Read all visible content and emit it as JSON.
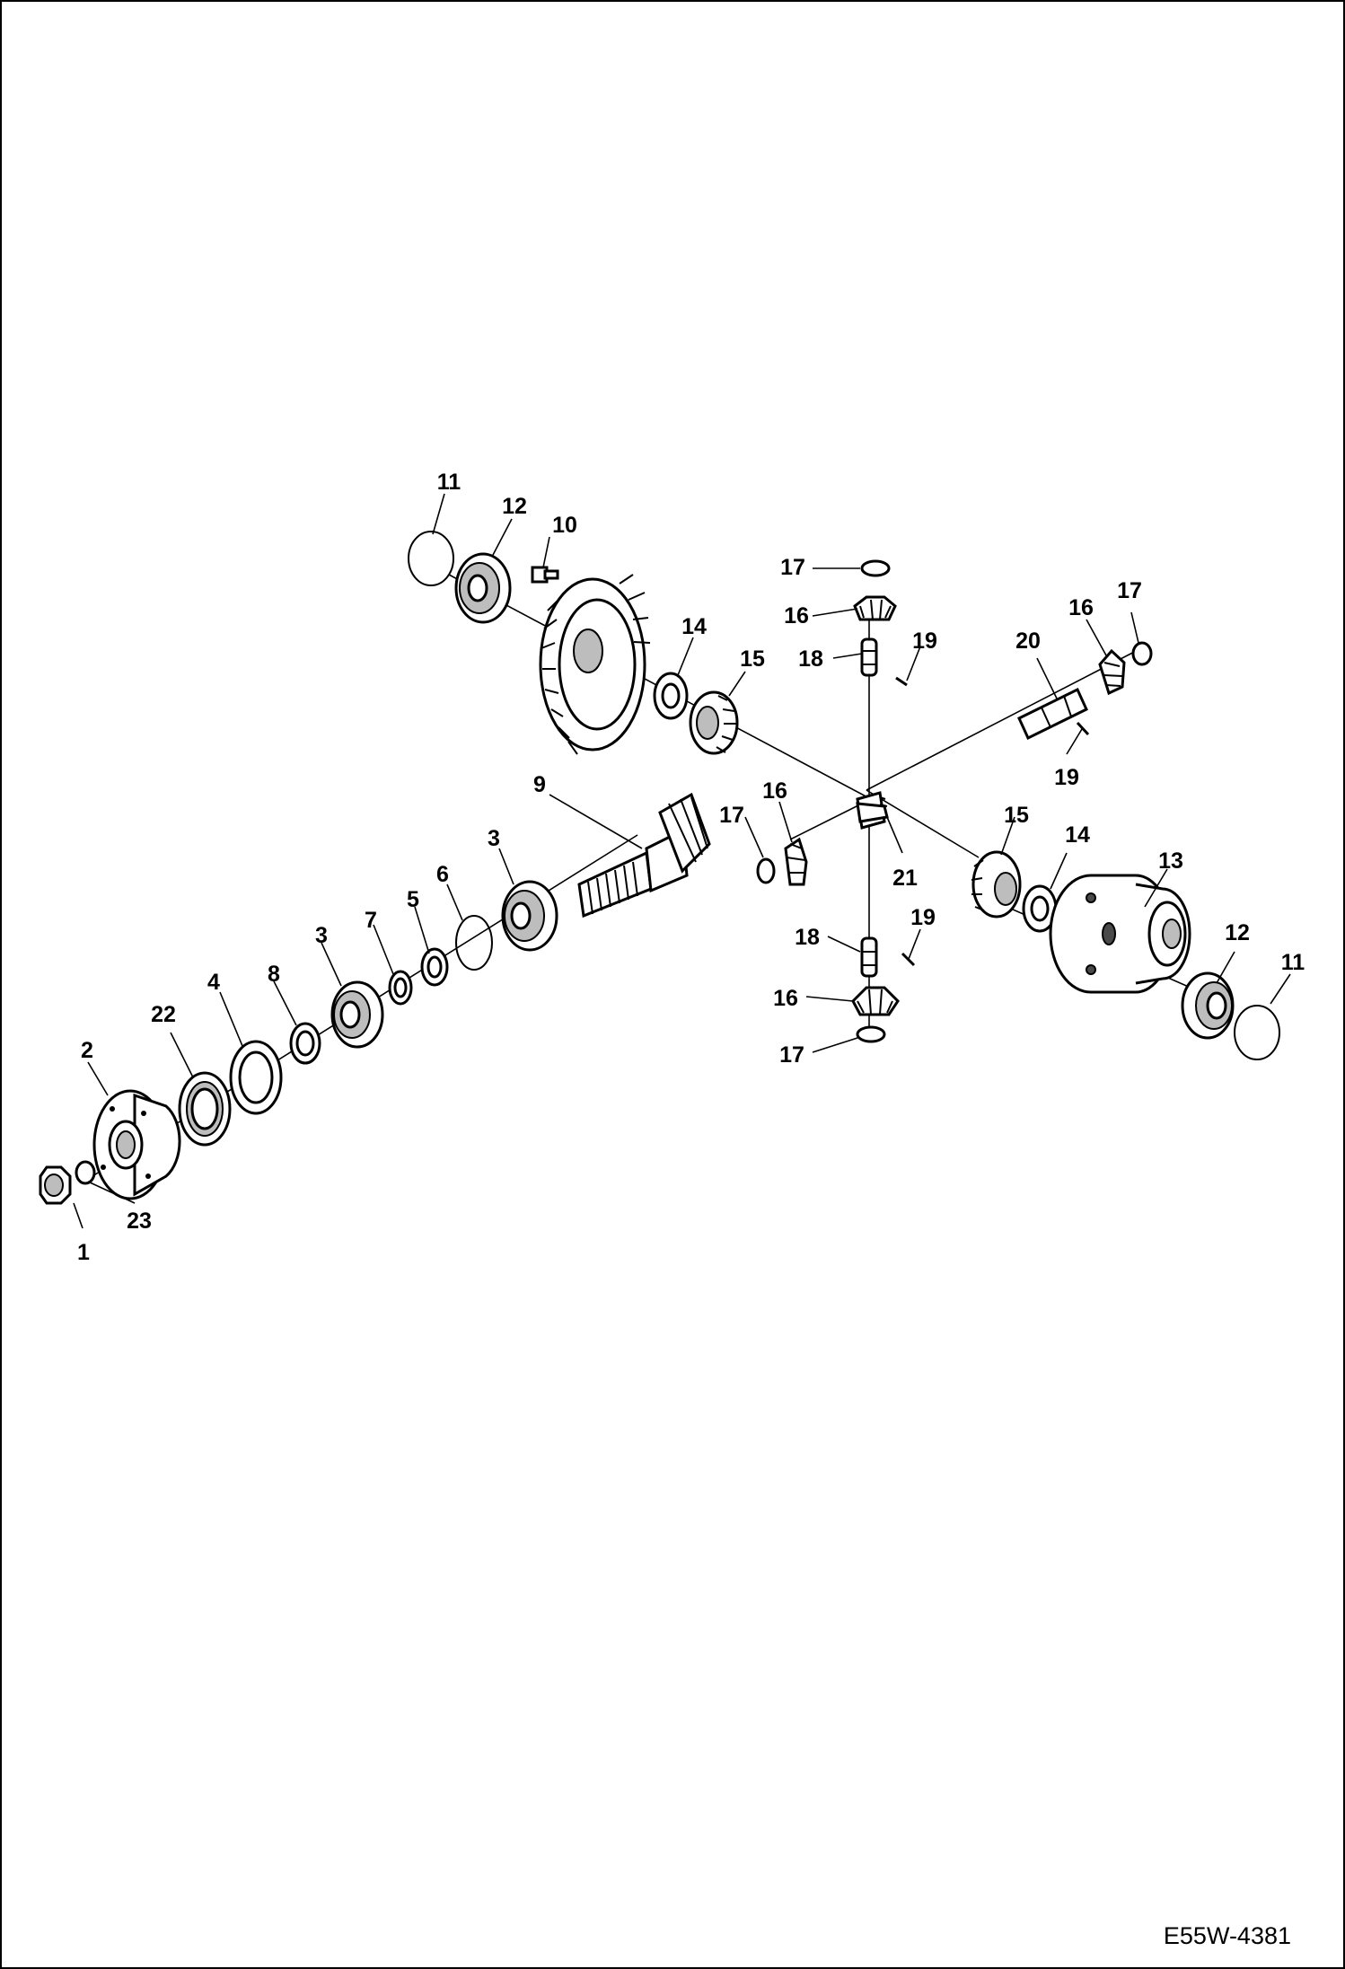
{
  "drawing_code": "E55W-4381",
  "callouts": {
    "c1": "1",
    "c2": "2",
    "c3a": "3",
    "c3b": "3",
    "c4": "4",
    "c5": "5",
    "c6": "6",
    "c7": "7",
    "c8": "8",
    "c9": "9",
    "c10": "10",
    "c11a": "11",
    "c11b": "11",
    "c12a": "12",
    "c12b": "12",
    "c13": "13",
    "c14a": "14",
    "c14b": "14",
    "c15a": "15",
    "c15b": "15",
    "c16a": "16",
    "c16b": "16",
    "c16c": "16",
    "c16d": "16",
    "c17a": "17",
    "c17b": "17",
    "c17c": "17",
    "c17d": "17",
    "c18a": "18",
    "c18b": "18",
    "c19a": "19",
    "c19b": "19",
    "c19c": "19",
    "c20": "20",
    "c21": "21",
    "c22": "22",
    "c23": "23"
  }
}
